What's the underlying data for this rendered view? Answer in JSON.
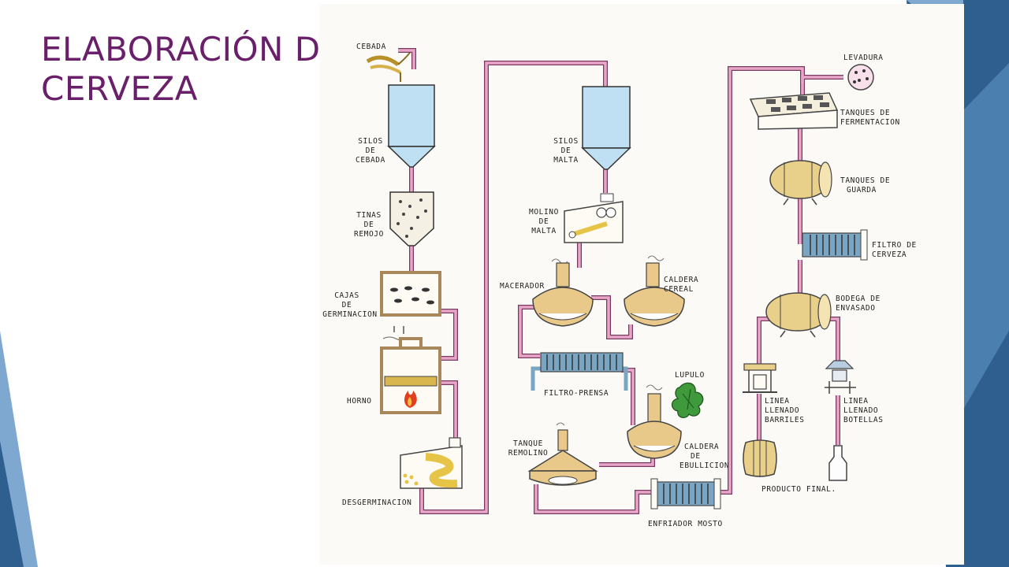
{
  "slide": {
    "title_line1": "ELABORACIÓN DE",
    "title_line2": "CERVEZA"
  },
  "colors": {
    "title": "#6a1f6a",
    "pipe": "#d98ab5",
    "silo": "#bfe0f2",
    "brass": "#e9c98a",
    "wood": "#e8cf8a",
    "frame": "#a8875a",
    "deco_blue": "#2f5f8f",
    "deco_light": "#7fa8d0"
  },
  "labels": {
    "cebada": "CEBADA",
    "silos_cebada": [
      "SILOS",
      "DE",
      "CEBADA"
    ],
    "tinas_remojo": [
      "TINAS",
      "DE",
      "REMOJO"
    ],
    "cajas_germinacion": [
      "CAJAS",
      "DE",
      "GERMINACION"
    ],
    "horno": "HORNO",
    "desgerminacion": "DESGERMINACION",
    "silos_malta": [
      "SILOS",
      "DE",
      "MALTA"
    ],
    "molino_malta": [
      "MOLINO",
      "DE",
      "MALTA"
    ],
    "macerador": "MACERADOR",
    "caldera_cereal": [
      "CALDERA",
      "CEREAL"
    ],
    "filtro_prensa": "FILTRO-PRENSA",
    "lupulo": "LUPULO",
    "tanque_remolino": [
      "TANQUE",
      "REMOLINO"
    ],
    "caldera_ebullicion": [
      "CALDERA",
      "DE",
      "EBULLICION"
    ],
    "enfriador_mosto": "ENFRIADOR MOSTO",
    "levadura": "LEVADURA",
    "tanques_fermentacion": [
      "TANQUES  DE",
      "FERMENTACION"
    ],
    "tanques_guarda": [
      "TANQUES DE",
      "GUARDA"
    ],
    "filtro_cerveza": [
      "FILTRO DE",
      "CERVEZA"
    ],
    "bodega_envasado": [
      "BODEGA DE",
      "ENVASADO"
    ],
    "linea_barriles": [
      "LINEA",
      "LLENADO",
      "BARRILES"
    ],
    "linea_botellas": [
      "LINEA",
      "LLENADO",
      "BOTELLAS"
    ],
    "producto_final": "PRODUCTO FINAL."
  }
}
